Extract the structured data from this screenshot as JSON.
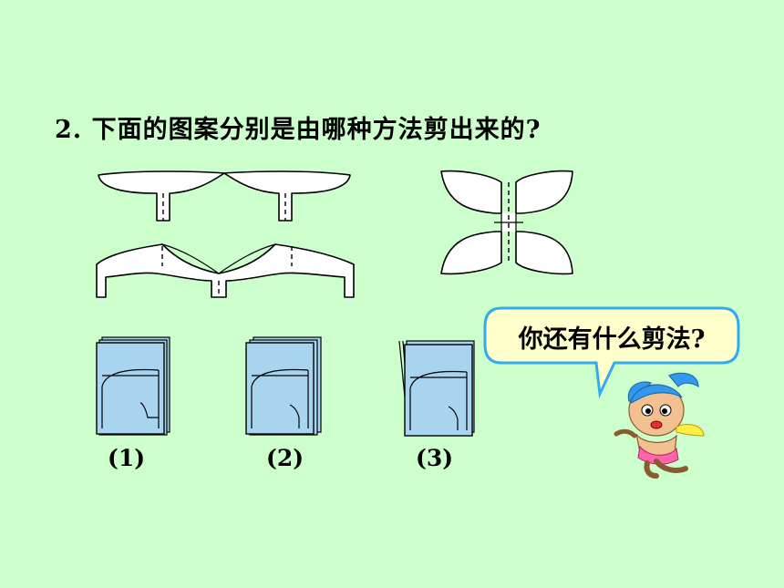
{
  "question": {
    "text": "2. 下面的图案分别是由哪种方法剪出来的?"
  },
  "folds": [
    {
      "label": "(1)"
    },
    {
      "label": "(2)"
    },
    {
      "label": "(3)"
    }
  ],
  "bubble": {
    "text": "你还有什么剪法?"
  },
  "colors": {
    "background": "#ccffcc",
    "paper": "#a8d4f0",
    "bubble_fill": "#ffffcc",
    "bubble_stroke": "#33aaee"
  }
}
